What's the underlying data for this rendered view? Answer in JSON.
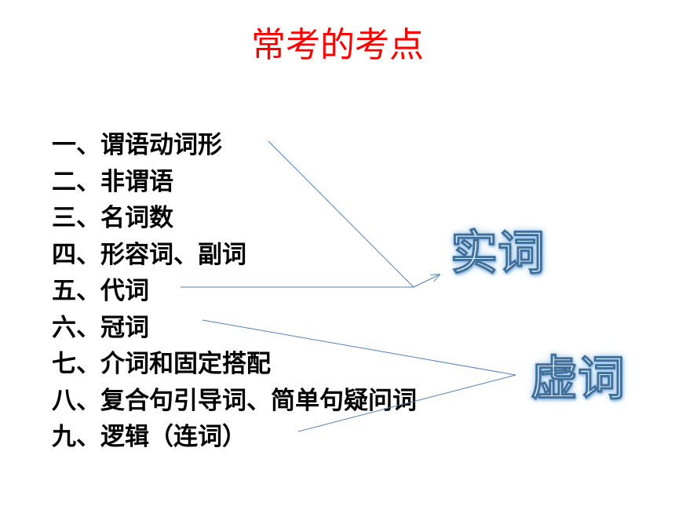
{
  "title": "常考的考点",
  "topics": [
    "一、谓语动词形",
    "二、非谓语",
    "三、名词数",
    "四、形容词、副词",
    "五、代词",
    "六、冠词",
    "七、介词和固定搭配",
    "八、复合句引导词、简单句疑问词",
    "九、逻辑（连词）"
  ],
  "categories": {
    "content_words": "实词",
    "function_words": "虚词"
  },
  "colors": {
    "title": "#ff0000",
    "text": "#000000",
    "connector": "#4f81bd",
    "label_fill": "#dbe9f7"
  }
}
